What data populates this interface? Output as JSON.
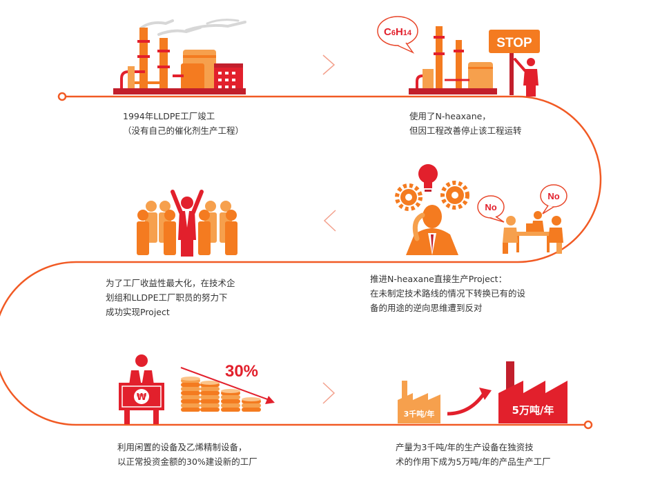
{
  "colors": {
    "accent": "#e8462a",
    "path_line": "#f15a24",
    "orange": "#f47b20",
    "light_orange": "#f6a04d",
    "red": "#e2202c",
    "dark_red": "#c21f2c",
    "text": "#333333",
    "chevron": "#f3a08c"
  },
  "steps": [
    {
      "id": "step1",
      "lines": [
        "1994年LLDPE工厂竣工",
        "（没有自己的催化剂生产工程）"
      ]
    },
    {
      "id": "step2",
      "badge": "C6H14",
      "sign": "STOP",
      "lines": [
        "使用了N-heaxane，",
        "但因工程改善停止该工程运转"
      ]
    },
    {
      "id": "step3",
      "bubble_left": "No",
      "bubble_right": "No",
      "lines": [
        "推进N-heaxane直接生产Project：",
        "在未制定技术路线的情况下转换已有的设",
        "备的用途的逆向思维遭到反对"
      ]
    },
    {
      "id": "step4",
      "lines": [
        "为了工厂收益性最大化，在技术企",
        "划组和LLDPE工厂职员的努力下",
        "成功实现Project"
      ]
    },
    {
      "id": "step5",
      "percent": "30%",
      "currency": "₩",
      "lines": [
        "利用闲置的设备及乙烯精制设备，",
        "以正常投资金额的30%建设新的工厂"
      ]
    },
    {
      "id": "step6",
      "small_label": "3千吨/年",
      "big_label": "5万吨/年",
      "lines": [
        "产量为3千吨/年的生产设备在独资技",
        "术的作用下成为5万吨/年的产品生产工厂"
      ]
    }
  ],
  "icons": [
    "factory-icon",
    "stop-sign-icon",
    "chemical-bubble-icon",
    "lightbulb-icon",
    "gear-icon",
    "meeting-icon",
    "workers-group-icon",
    "money-icon",
    "coins-stack-icon",
    "chevron-icon"
  ]
}
